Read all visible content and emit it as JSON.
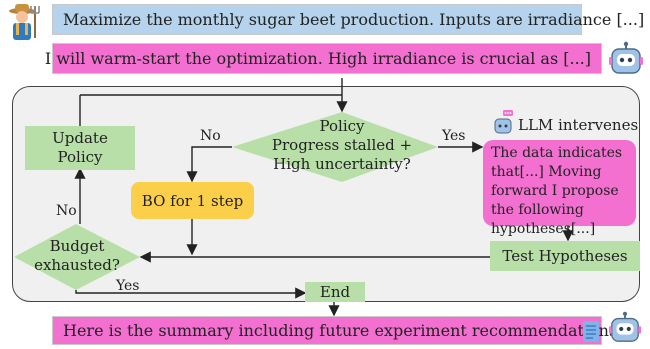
{
  "messages": {
    "user_prompt": "Maximize the monthly sugar beet production. Inputs are irradiance [...]",
    "assistant_reply": "I will warm-start the optimization. High irradiance is crucial as [...]",
    "summary": "Here is the summary including future experiment recommendations"
  },
  "flow": {
    "update_policy": "Update\nPolicy",
    "policy_check": "Policy\nProgress stalled +\nHigh uncertainty?",
    "bo_step": "BO for 1 step",
    "llm_intervenes": "LLM intervenes",
    "llm_message": "The data indicates that[...] Moving forward I propose the following hypotheses[...]",
    "test_hypotheses": "Test Hypotheses",
    "budget_check": "Budget\nexhausted?",
    "end": "End",
    "label_no_policy": "No",
    "label_yes_policy": "Yes",
    "label_no_budget": "No",
    "label_yes_budget": "Yes"
  },
  "colors": {
    "user_bubble": "#b5d3ec",
    "assistant_bubble": "#f36fd0",
    "process_node": "#b9dfa8",
    "bo_node": "#fccf4a",
    "panel": "#f0f0f0"
  },
  "icons": [
    "farmer-icon",
    "robot-icon",
    "chat-bubble-icon",
    "document-icon"
  ]
}
